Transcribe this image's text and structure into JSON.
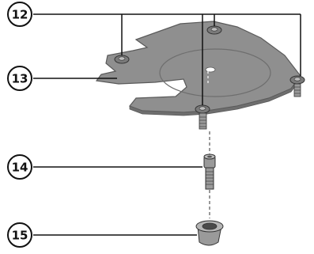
{
  "callouts": [
    {
      "id": "12",
      "label": "12"
    },
    {
      "id": "13",
      "label": "13"
    },
    {
      "id": "14",
      "label": "14"
    },
    {
      "id": "15",
      "label": "15"
    }
  ],
  "colors": {
    "plate_fill": "#8f8f8f",
    "plate_edge": "#5a5a5a",
    "plate_dark": "#6e6e6e",
    "part_fill": "#9a9a9a",
    "line": "#111111"
  }
}
